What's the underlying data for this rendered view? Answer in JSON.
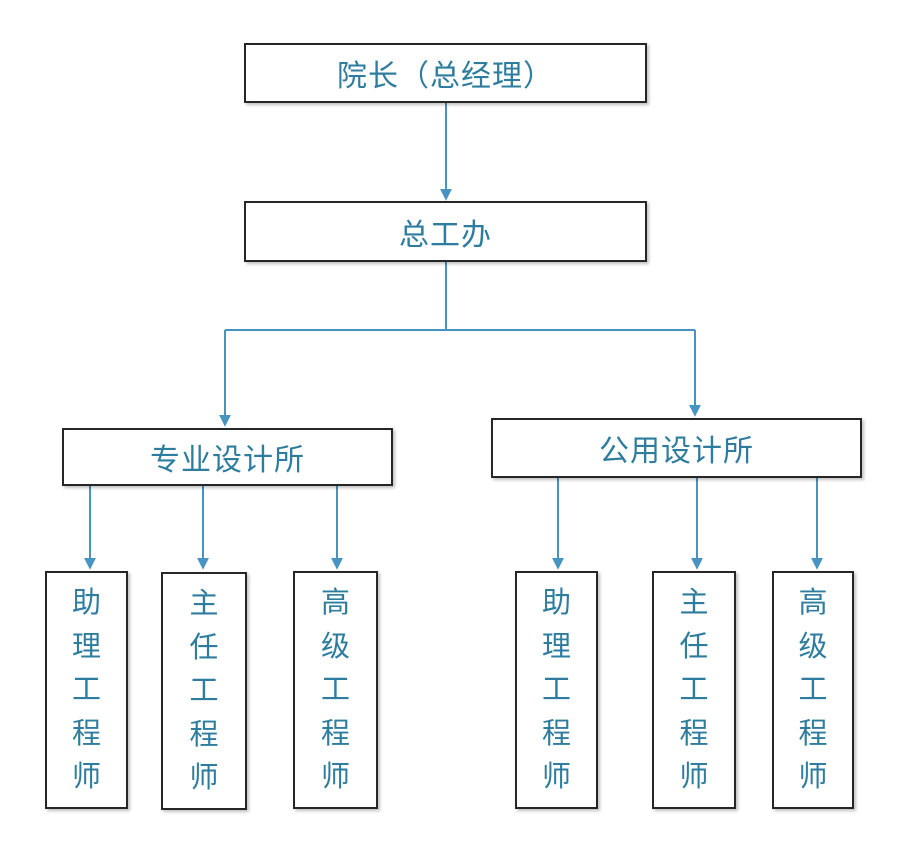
{
  "colors": {
    "node_text": "#2E7D9E",
    "connector": "#4793C1",
    "node_border": "#262626",
    "background": "#FFFFFF"
  },
  "org_chart": {
    "type": "org-tree",
    "root": {
      "label": "院长（总经理）"
    },
    "chief_office": {
      "label": "总工办"
    },
    "departments": [
      {
        "label": "专业设计所",
        "children": [
          {
            "label": "助理工程师"
          },
          {
            "label": "主任工程师"
          },
          {
            "label": "高级工程师"
          }
        ]
      },
      {
        "label": "公用设计所",
        "children": [
          {
            "label": "助理工程师"
          },
          {
            "label": "主任工程师"
          },
          {
            "label": "高级工程师"
          }
        ]
      }
    ]
  }
}
